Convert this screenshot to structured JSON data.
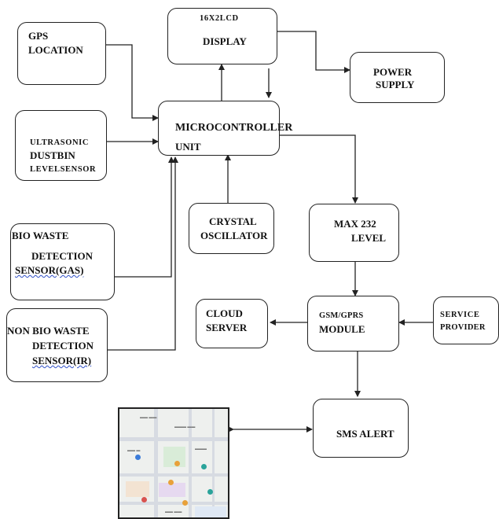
{
  "blocks": {
    "gps": {
      "line1": "GPS",
      "line2": "LOCATION"
    },
    "lcd": {
      "line1": "16X2LCD",
      "line2": "DISPLAY"
    },
    "power": {
      "line1": "POWER",
      "line2": "SUPPLY"
    },
    "ultrasonic": {
      "line1": "ULTRASONIC",
      "line2": "DUSTBIN",
      "line3": "LEVELSENSOR"
    },
    "mcu": {
      "line1": "MICROCONTROLLER",
      "line2": "UNIT"
    },
    "bio": {
      "line1": "BIO WASTE",
      "line2": "DETECTION",
      "line3": "SENSOR(GAS)"
    },
    "crystal": {
      "line1": "CRYSTAL",
      "line2": "OSCILLATOR"
    },
    "max232": {
      "line1": "MAX 232",
      "line2": "LEVEL"
    },
    "nonbio": {
      "line1": "NON BIO WASTE",
      "line2": "DETECTION",
      "line3": "SENSOR(IR)"
    },
    "cloud": {
      "line1": "CLOUD",
      "line2": "SERVER"
    },
    "gsm": {
      "line1": "GSM/GPRS",
      "line2": "MODULE"
    },
    "service": {
      "line1": "SERVICE",
      "line2": "PROVIDER"
    },
    "sms": {
      "line1": "SMS ALERT"
    }
  },
  "colors": {
    "line": "#222222",
    "border": "#222222",
    "map_bg": "#eef0ee",
    "accent_pin": "#e8a13a",
    "teal_pin": "#2aa39a"
  },
  "icons": {
    "map": "map-thumbnail"
  }
}
